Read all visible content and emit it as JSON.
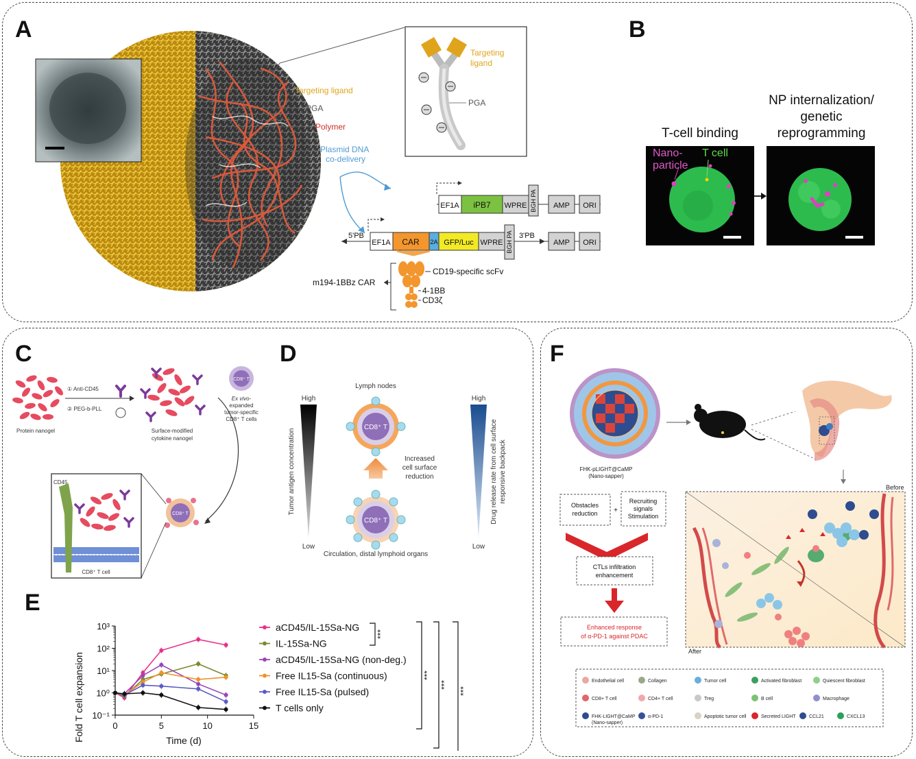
{
  "panels": {
    "A": "A",
    "B": "B",
    "C": "C",
    "D": "D",
    "E": "E",
    "F": "F"
  },
  "panel_a": {
    "targeting_ligand": "Targeting ligand",
    "pga": "PGA",
    "polymer": "Polymer",
    "plasmid_line1": "Plasmid DNA",
    "plasmid_line2": "co-delivery",
    "inset_ligand_line1": "Targeting",
    "inset_ligand_line2": "ligand",
    "inset_pga": "PGA",
    "construct1": [
      "EF1A",
      "iPB7",
      "WPRE",
      "BGH PA",
      "AMP",
      "ORI"
    ],
    "construct2_left": "5'PB",
    "construct2": [
      "EF1A",
      "CAR",
      "2A",
      "GFP/Luc",
      "WPRE",
      "BGH PA"
    ],
    "construct2_right": "3'PB",
    "construct2_tail": [
      "AMP",
      "ORI"
    ],
    "car_name": "m194-1BBz CAR",
    "car_scfv": "CD19-specific scFv",
    "car_41bb": "4-1BB",
    "car_cd3z": "CD3ζ",
    "colors": {
      "ligand": "#e0a41c",
      "polymer": "#d9412a",
      "plasmid": "#4f9bd4",
      "car": "#f3962d",
      "ipb7": "#7cc242",
      "gfp": "#f2ea24",
      "twoA": "#5aaee0"
    }
  },
  "panel_b": {
    "title_left": "T-cell binding",
    "title_right_line1": "NP internalization/",
    "title_right_line2": "genetic",
    "title_right_line3": "reprogramming",
    "label_nano1": "Nano-",
    "label_nano2": "particle",
    "label_tcell": "T cell"
  },
  "panel_c": {
    "step1": "① Anti-CD45",
    "step2": "② PEG-b-PLL",
    "protein_nanogel": "Protein nanogel",
    "surface_mod_line1": "Surface-modified",
    "surface_mod_line2": "cytokine nanogel",
    "exvivo_line1": "Ex vivo-",
    "exvivo_line2": "expanded",
    "exvivo_line3": "tumor-specific",
    "exvivo_line4": "CD8⁺ T cells",
    "cd8_label": "CD8⁺ T",
    "cd45": "CD45",
    "cd8_cell": "CD8⁺ T cell"
  },
  "panel_d": {
    "lymph": "Lymph nodes",
    "circulation": "Circulation, distal lymphoid organs",
    "increased_line1": "Increased",
    "increased_line2": "cell surface",
    "increased_line3": "reduction",
    "left_axis": "Tumor antigen concentration",
    "right_axis_line1": "Drug release rate from cell surface",
    "right_axis_line2": "responsive backpack",
    "high": "High",
    "low": "Low",
    "cd8t": "CD8⁺ T"
  },
  "panel_f": {
    "np_name_line1": "FHK-pLIGHT@CaMP",
    "np_name_line2": "(Nano-sapper)",
    "obstacles_line1": "Obstacles",
    "obstacles_line2": "reduction",
    "plus": "+",
    "recruit_line1": "Recruiting",
    "recruit_line2": "signals",
    "recruit_line3": "Stimulation",
    "ctl_line1": "CTLs infiltration",
    "ctl_line2": "enhancement",
    "enhanced_line1": "Enhanced response",
    "enhanced_line2": "of α-PD-1 against PDAC",
    "before": "Before",
    "after": "After",
    "legend": [
      "Endothelial cell",
      "Collagen",
      "Tumor cell",
      "Activated fibroblast",
      "Quiescent fibroblast",
      "CD8+ T cell",
      "CD4+ T cell",
      "Treg",
      "B cell",
      "Macrophage",
      "FHK-LIGHT@CaMP",
      "α-PD-1",
      "Apoptotic tumor cell",
      "Secreted LIGHT",
      "CCL21",
      "CXCL13"
    ],
    "legend_sub": "(Nano-sapper)"
  },
  "chart_data": {
    "type": "line",
    "xlabel": "Time (d)",
    "ylabel": "Fold T cell expansion",
    "xlim": [
      0,
      15
    ],
    "ylim": [
      0.1,
      1000
    ],
    "yscale": "log",
    "xticks": [
      0,
      5,
      10,
      15
    ],
    "yticks": [
      "10⁻¹",
      "10⁰",
      "10¹",
      "10²",
      "10³"
    ],
    "legend_position": "right",
    "significance": [
      "***",
      "***",
      "***",
      "***"
    ],
    "series": [
      {
        "name": "aCD45/IL-15Sa-NG",
        "color": "#e8308a",
        "x": [
          0,
          1,
          3,
          5,
          9,
          12
        ],
        "y": [
          1.0,
          0.6,
          8,
          80,
          250,
          140
        ]
      },
      {
        "name": "IL-15Sa-NG",
        "color": "#7b8a2e",
        "x": [
          0,
          1,
          3,
          5,
          9,
          12
        ],
        "y": [
          1.0,
          0.7,
          4,
          7,
          20,
          6
        ]
      },
      {
        "name": "aCD45/IL-15Sa-NG (non-deg.)",
        "color": "#9b45b8",
        "x": [
          0,
          1,
          3,
          5,
          9,
          12
        ],
        "y": [
          1.0,
          0.9,
          6,
          18,
          2.5,
          0.8
        ]
      },
      {
        "name": "Free IL15-Sa (continuous)",
        "color": "#f0922b",
        "x": [
          0,
          1,
          3,
          5,
          9,
          12
        ],
        "y": [
          1.0,
          0.8,
          3,
          8,
          4,
          5
        ]
      },
      {
        "name": "Free IL15-Sa (pulsed)",
        "color": "#5b5bc7",
        "x": [
          0,
          1,
          3,
          5,
          9,
          12
        ],
        "y": [
          1.0,
          0.8,
          2.2,
          2,
          1.5,
          0.4
        ]
      },
      {
        "name": "T cells only",
        "color": "#111111",
        "x": [
          0,
          1,
          3,
          5,
          9,
          12
        ],
        "y": [
          1.0,
          0.9,
          1.0,
          0.8,
          0.22,
          0.18
        ]
      }
    ]
  }
}
